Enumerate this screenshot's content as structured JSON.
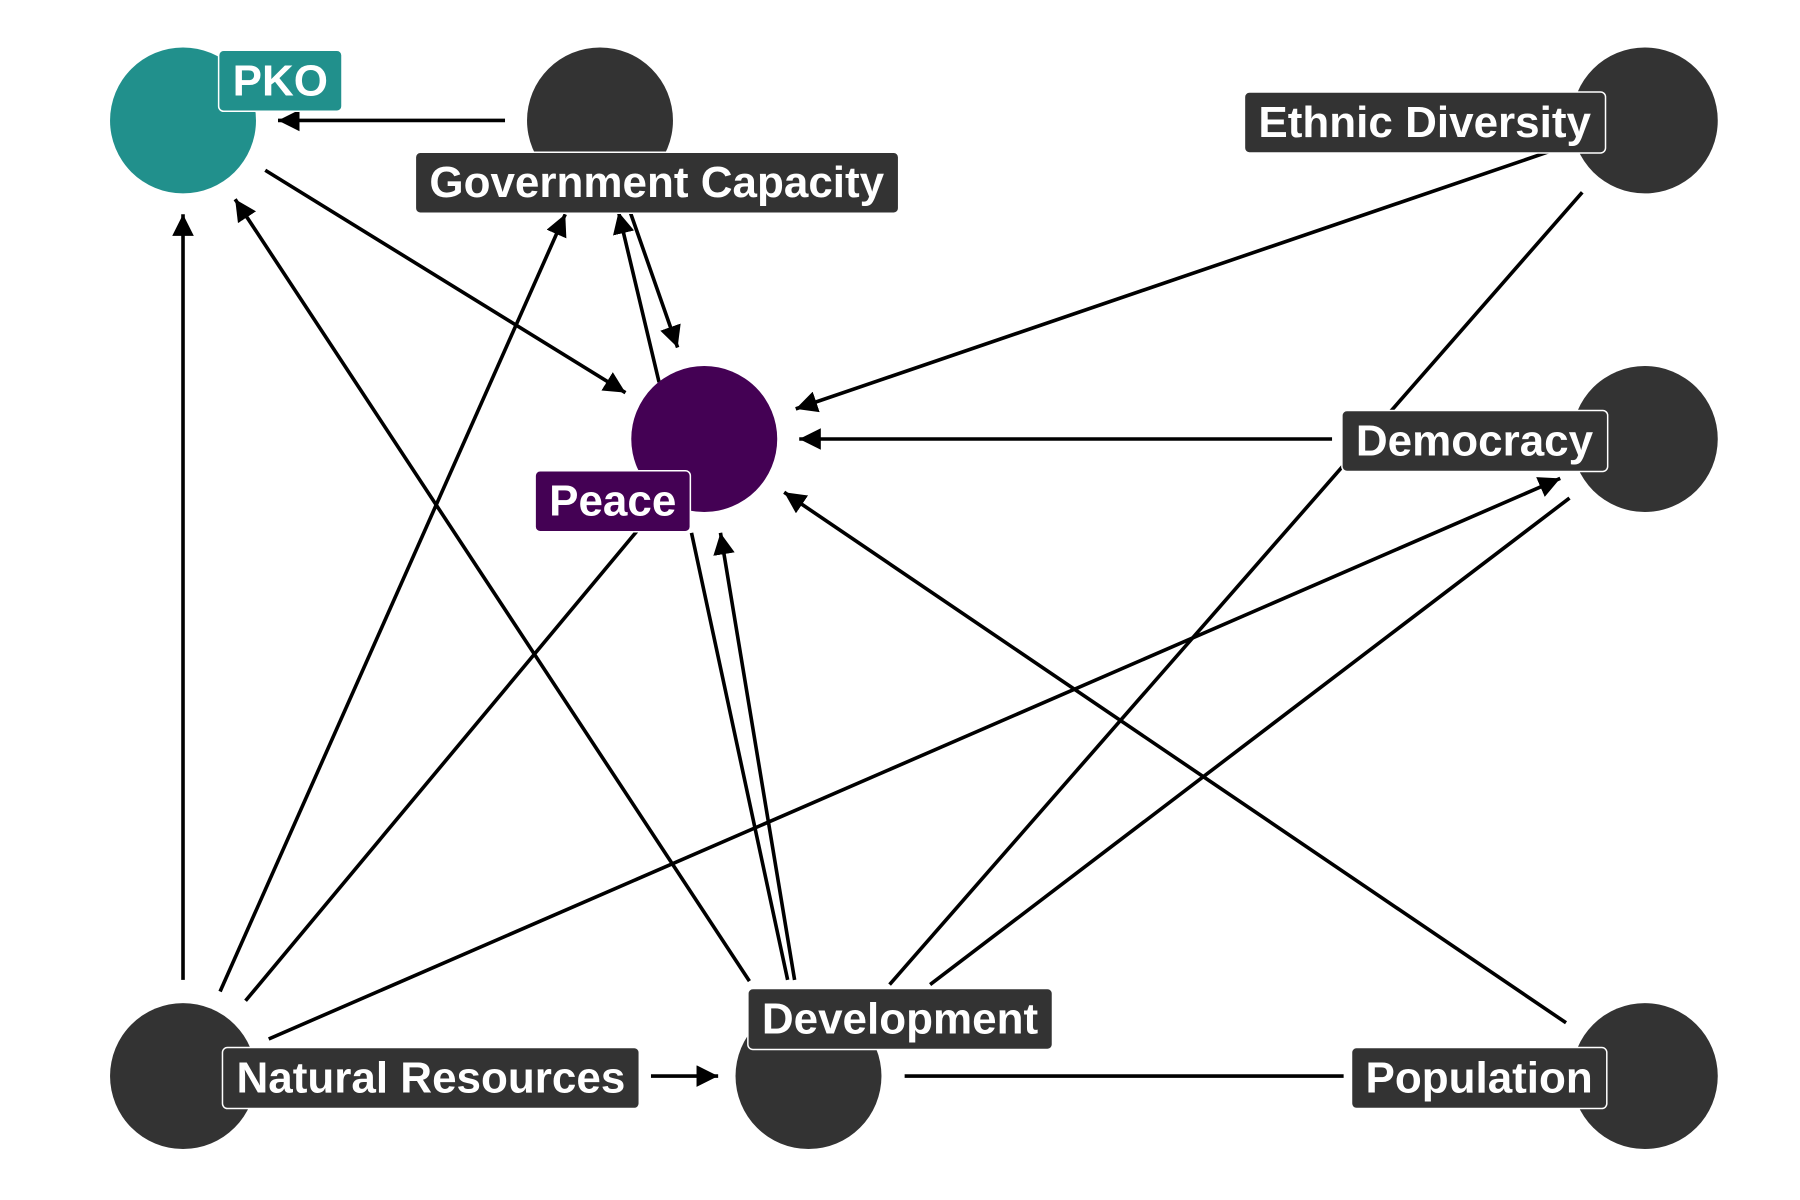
{
  "colors": {
    "background": "#ffffff",
    "default_node": "#333333",
    "treatment_node": "#21908C",
    "outcome_node": "#440154",
    "edge": "#000000",
    "label_text": "#ffffff"
  },
  "nodes": [
    {
      "id": "pko",
      "label": "PKO",
      "role": "treatment"
    },
    {
      "id": "government_capacity",
      "label": "Government Capacity",
      "role": "default"
    },
    {
      "id": "ethnic_diversity",
      "label": "Ethnic Diversity",
      "role": "default"
    },
    {
      "id": "peace",
      "label": "Peace",
      "role": "outcome"
    },
    {
      "id": "democracy",
      "label": "Democracy",
      "role": "default"
    },
    {
      "id": "natural_resources",
      "label": "Natural Resources",
      "role": "default"
    },
    {
      "id": "development",
      "label": "Development",
      "role": "default"
    },
    {
      "id": "population",
      "label": "Population",
      "role": "default"
    }
  ],
  "edges": [
    {
      "from": "government_capacity",
      "to": "pko"
    },
    {
      "from": "pko",
      "to": "peace"
    },
    {
      "from": "government_capacity",
      "to": "peace"
    },
    {
      "from": "peace",
      "to": "government_capacity"
    },
    {
      "from": "ethnic_diversity",
      "to": "peace"
    },
    {
      "from": "democracy",
      "to": "peace"
    },
    {
      "from": "natural_resources",
      "to": "pko"
    },
    {
      "from": "development",
      "to": "pko"
    },
    {
      "from": "natural_resources",
      "to": "government_capacity"
    },
    {
      "from": "natural_resources",
      "to": "peace"
    },
    {
      "from": "natural_resources",
      "to": "democracy"
    },
    {
      "from": "natural_resources",
      "to": "development"
    },
    {
      "from": "development",
      "to": "peace"
    },
    {
      "from": "peace",
      "to": "development"
    },
    {
      "from": "development",
      "to": "democracy"
    },
    {
      "from": "population",
      "to": "peace"
    },
    {
      "from": "ethnic_diversity",
      "to": "development"
    },
    {
      "from": "population",
      "to": "development"
    }
  ]
}
